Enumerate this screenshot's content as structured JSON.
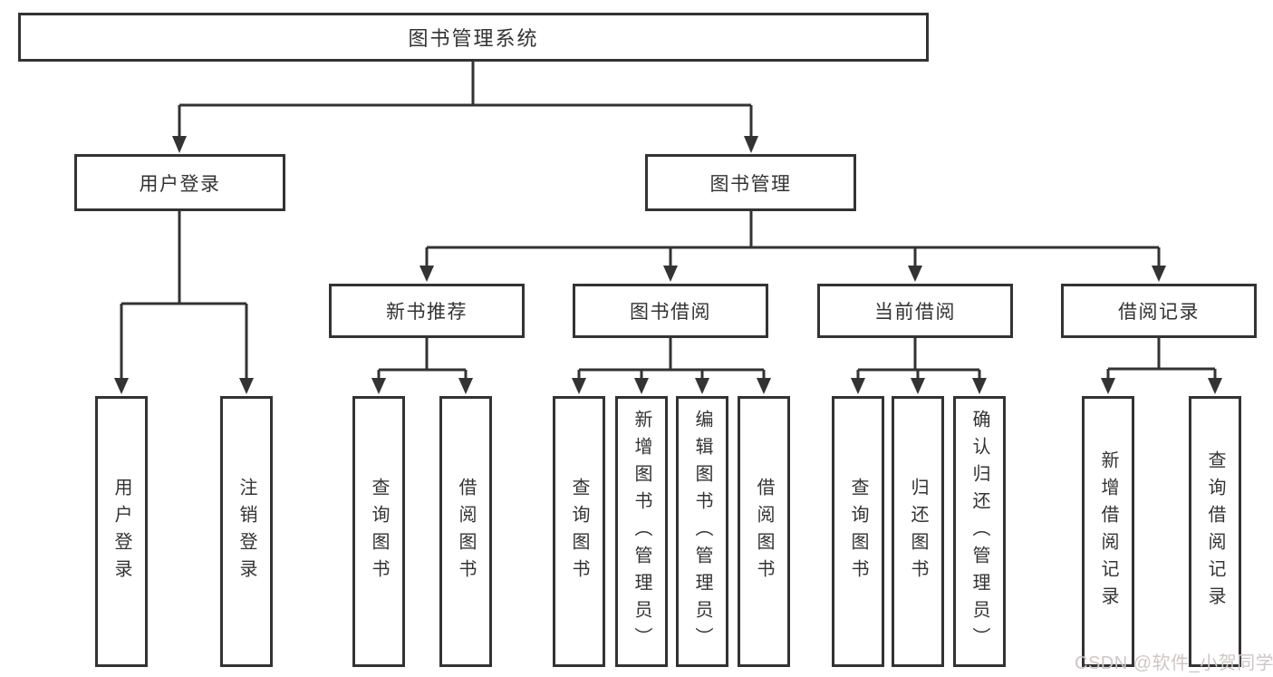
{
  "diagram": {
    "root": {
      "label": "图书管理系统"
    },
    "branches": [
      {
        "label": "用户登录",
        "children": [
          {
            "label": "用户登录"
          },
          {
            "label": "注销登录"
          }
        ]
      },
      {
        "label": "图书管理",
        "children": [
          {
            "label": "新书推荐",
            "children": [
              {
                "label": "查询图书"
              },
              {
                "label": "借阅图书"
              }
            ]
          },
          {
            "label": "图书借阅",
            "children": [
              {
                "label": "查询图书"
              },
              {
                "label": "新增图书（管理员）"
              },
              {
                "label": "编辑图书（管理员）"
              },
              {
                "label": "借阅图书"
              }
            ]
          },
          {
            "label": "当前借阅",
            "children": [
              {
                "label": "查询图书"
              },
              {
                "label": "归还图书"
              },
              {
                "label": "确认归还（管理员）"
              }
            ]
          },
          {
            "label": "借阅记录",
            "children": [
              {
                "label": "新增借阅记录"
              },
              {
                "label": "查询借阅记录"
              }
            ]
          }
        ]
      }
    ]
  },
  "watermark": {
    "text": "CSDN @软件_小贺同学"
  },
  "colors": {
    "line": "#333333",
    "border": "#333333",
    "text": "#333333",
    "background": "#ffffff",
    "watermark": "#cfc6c6"
  }
}
